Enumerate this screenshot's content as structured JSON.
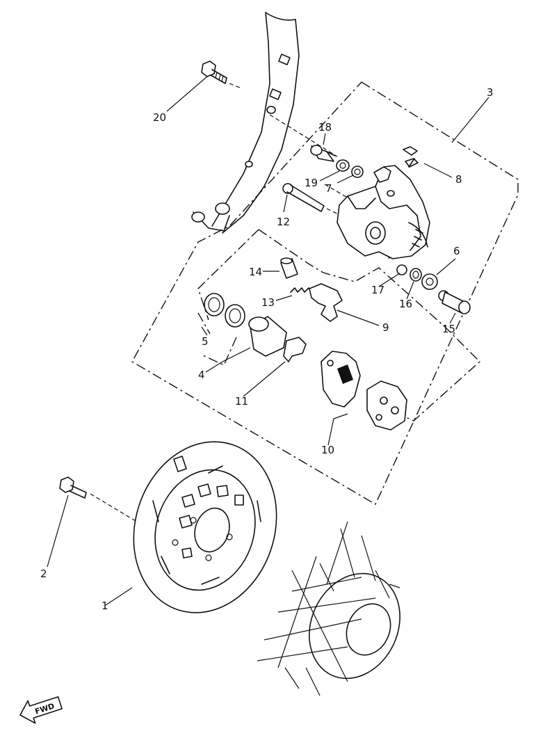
{
  "callouts": [
    "1",
    "2",
    "3",
    "4",
    "5",
    "6",
    "7",
    "8",
    "9",
    "10",
    "11",
    "12",
    "13",
    "14",
    "15",
    "16",
    "17",
    "18",
    "19",
    "20"
  ],
  "direction_badge": "FWD"
}
